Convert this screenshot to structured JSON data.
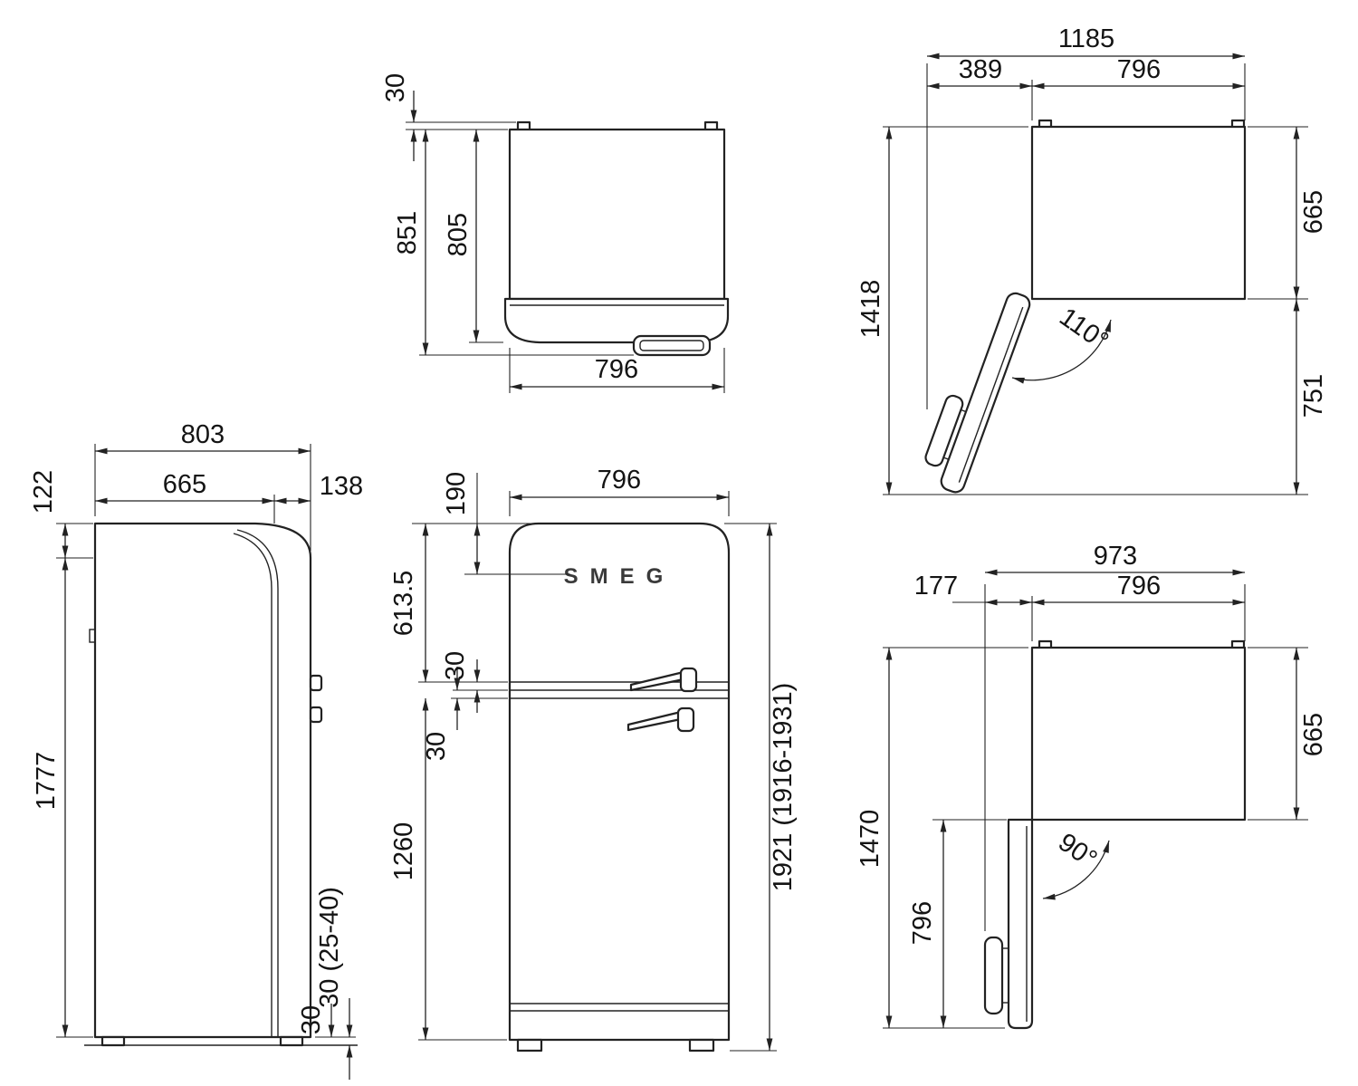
{
  "views": {
    "top": {
      "dims": {
        "hinge_offset": "30",
        "depth_total": "851",
        "depth_body": "805",
        "width": "796"
      }
    },
    "open110": {
      "angle": "110°",
      "dims": {
        "overall_width": "1185",
        "door_swing": "389",
        "width": "796",
        "depth_open": "1418",
        "depth_body": "665",
        "door_projection": "751"
      }
    },
    "side": {
      "dims": {
        "depth_total": "803",
        "depth_body": "665",
        "door_depth": "138",
        "top_curve": "122",
        "body_height": "1777",
        "feet_adjustable": "30 (25-40)",
        "feet": "30"
      }
    },
    "front": {
      "logo": "SMEG",
      "dims": {
        "width": "796",
        "logo_offset": "190",
        "freezer_door_height": "613.5",
        "gap_upper": "30",
        "gap_lower": "30",
        "fridge_door_height": "1260",
        "total_height": "1921 (1916-1931)"
      }
    },
    "open90": {
      "angle": "90°",
      "dims": {
        "overall_width": "973",
        "door_clearance": "177",
        "width": "796",
        "depth_open": "1470",
        "depth_body": "665",
        "door_width": "796"
      }
    }
  }
}
